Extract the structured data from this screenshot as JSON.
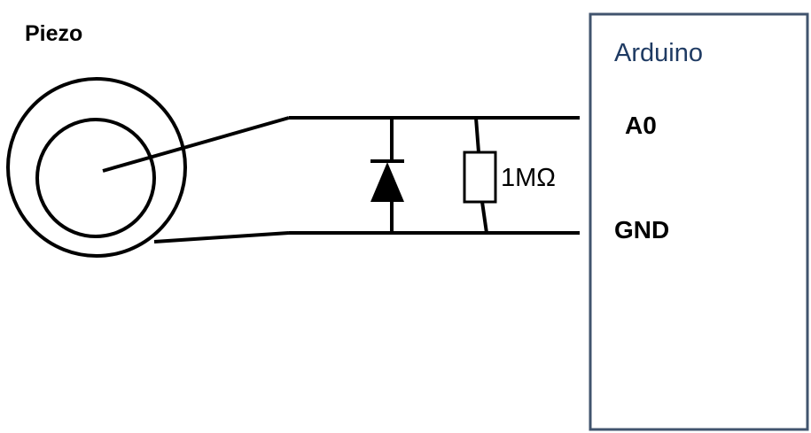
{
  "labels": {
    "piezo": "Piezo",
    "arduino": "Arduino",
    "a0": "A0",
    "gnd": "GND",
    "resistor": "1MΩ"
  },
  "colors": {
    "arduino_box_stroke": "#41546e",
    "arduino_text": "#1f3b63",
    "wire": "#000000",
    "background": "#ffffff"
  }
}
